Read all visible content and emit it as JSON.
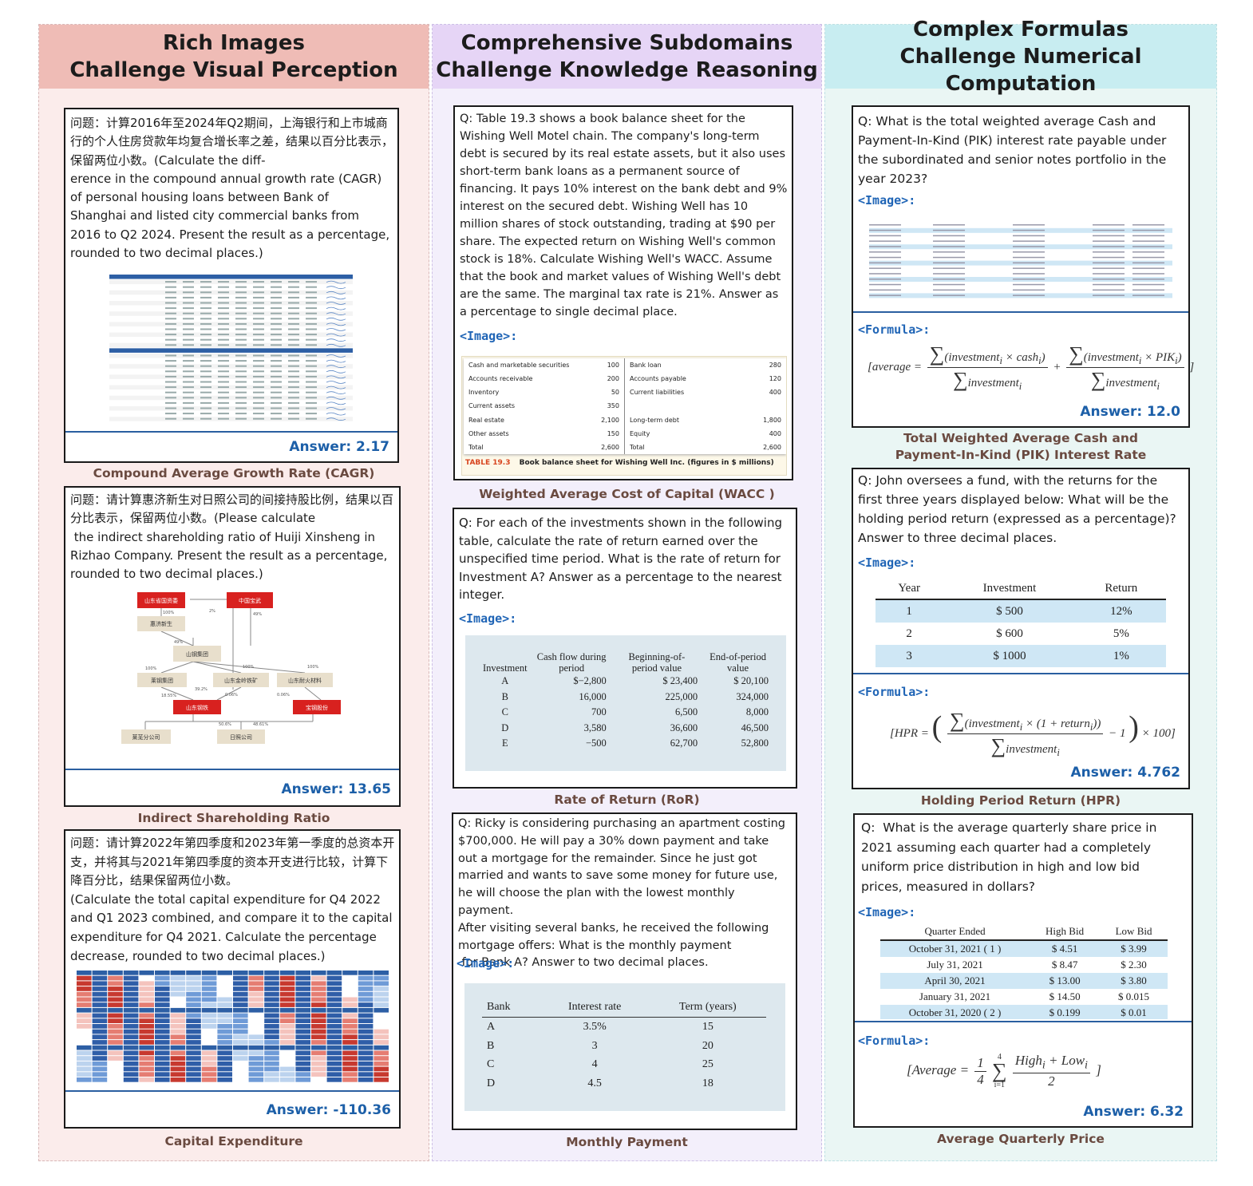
{
  "columns": [
    {
      "title1": "Rich Images",
      "title2": "Challenge Visual Perception"
    },
    {
      "title1": "Comprehensive Subdomains",
      "title2": "Challenge Knowledge Reasoning"
    },
    {
      "title1": "Complex Formulas",
      "title2": "Challenge Numerical Computation"
    }
  ],
  "image_tag": "<Image>:",
  "formula_tag": "<Formula>:",
  "c1": {
    "card1": {
      "q": "问题：计算2016年至2024年Q2期间，上海银行和上市城商行的个人住房贷款年均复合增长率之差，结果以百分比表示，保留两位小数。(Calculate the diff-\nerence in the compound annual growth rate (CAGR)\nof personal housing loans between Bank of\nShanghai and listed city commercial banks from\n2016 to Q2 2024. Present the result as a percentage,\nrounded to two decimal places.)",
      "answer": "Answer: 2.17",
      "caption": "Compound Average Growth Rate (CAGR)"
    },
    "card2": {
      "q": "问题：请计算惠济新生对日照公司的间接持股比例，结果以百分比表示，保留两位小数。(Please calculate\n the indirect shareholding ratio of Huiji Xinsheng in\nRizhao Company. Present the result as a percentage,\nrounded to two decimal places.)",
      "answer": "Answer: 13.65",
      "caption": "Indirect Shareholding Ratio",
      "nodes": {
        "a": "山东省国资委",
        "b": "中国宝武",
        "c": "惠济新生",
        "d": "山钢集团",
        "e": "莱钢集团",
        "f": "山东金岭铁矿",
        "g": "山东耐火材料",
        "h": "山东钢铁",
        "i": "宝钢股份",
        "j": "莱芜分公司",
        "k": "日照公司"
      },
      "pcts": {
        "p1": "100%",
        "p2": "2%",
        "p3": "49%",
        "p4": "49%",
        "p5": "100%",
        "p6": "100%",
        "p7": "100%",
        "p8": "39.2%",
        "p9": "18.55%",
        "p10": "0.06%",
        "p11": "0.06%",
        "p12": "50.6%",
        "p13": "48.61%"
      }
    },
    "card3": {
      "q": "问题：请计算2022年第四季度和2023年第一季度的总资本开支，并将其与2021年第四季度的资本开支进行比较，计算下降百分比，结果保留两位小数。\n(Calculate the total capital expenditure for Q4 2022\nand Q1 2023 combined, and compare it to the capital\nexpenditure for Q4 2021. Calculate the percentage\ndecrease, rounded to two decimal places.)",
      "answer": "Answer: -110.36",
      "caption": "Capital Expenditure"
    }
  },
  "c2": {
    "card1": {
      "q": "Q: Table 19.3 shows a book balance sheet for the\nWishing Well Motel chain. The company's long-term\ndebt is secured by its real estate assets, but it also uses\nshort-term bank loans as a permanent source of\nfinancing. It pays 10% interest on the bank debt and 9%\ninterest on the secured debt. Wishing Well has 10\nmillion shares of stock outstanding, trading at $90 per\nshare. The expected return on Wishing Well's common\nstock is 18%. Calculate Wishing Well's WACC. Assume\nthat the book and market values of Wishing Well's debt\nare the same. The marginal tax rate is 21%. Answer as\na percentage to single decimal place.",
      "caption": "Weighted Average Cost of Capital (WACC )",
      "left": [
        [
          "Cash and marketable securities",
          "100"
        ],
        [
          "Accounts receivable",
          "200"
        ],
        [
          "Inventory",
          "50"
        ],
        [
          "Current assets",
          "350"
        ],
        [
          "Real estate",
          "2,100"
        ],
        [
          "Other assets",
          "150"
        ],
        [
          "Total",
          "2,600"
        ]
      ],
      "right": [
        [
          "Bank loan",
          "280"
        ],
        [
          "Accounts payable",
          "120"
        ],
        [
          "Current liabilities",
          "400"
        ],
        [
          "",
          ""
        ],
        [
          "Long-term debt",
          "1,800"
        ],
        [
          "Equity",
          "400"
        ],
        [
          "Total",
          "2,600"
        ]
      ],
      "table_label": "TABLE 19.3",
      "table_title": "Book balance sheet for Wishing Well Inc. (figures in $ millions)"
    },
    "card2": {
      "q": "Q: For each of the investments shown in the following\ntable, calculate the rate of return earned over the\nunspecified time period. What is the rate of return for\nInvestment A? Answer as a percentage to the nearest\ninteger.",
      "caption": "Rate of Return (RoR)",
      "headers": [
        "Investment",
        "Cash flow during period",
        "Beginning-of-period value",
        "End-of-period value"
      ],
      "rows": [
        [
          "A",
          "$−2,800",
          "$ 23,400",
          "$ 20,100"
        ],
        [
          "B",
          "16,000",
          "225,000",
          "324,000"
        ],
        [
          "C",
          "700",
          "6,500",
          "8,000"
        ],
        [
          "D",
          "3,580",
          "36,600",
          "46,500"
        ],
        [
          "E",
          "−500",
          "62,700",
          "52,800"
        ]
      ]
    },
    "card3": {
      "q": "Q: Ricky is considering purchasing an apartment costing\n$700,000. He will pay a 30% down payment and take\nout a mortgage for the remainder. Since he just got\nmarried and wants to save some money for future use,\nhe will choose the plan with the lowest monthly payment.\nAfter visiting several banks, he received the following\nmortgage offers: What is the monthly payment\n for Bank A? Answer to two decimal places.",
      "caption": "Monthly Payment",
      "headers": [
        "Bank",
        "Interest rate",
        "Term (years)"
      ],
      "rows": [
        [
          "A",
          "3.5%",
          "15"
        ],
        [
          "B",
          "3",
          "20"
        ],
        [
          "C",
          "4",
          "25"
        ],
        [
          "D",
          "4.5",
          "18"
        ]
      ]
    }
  },
  "c3": {
    "card1": {
      "q": "Q: What is the total weighted average Cash and\nPayment-In-Kind (PIK) interest rate payable under\nthe subordinated and senior notes portfolio in the\nyear 2023?",
      "answer": "Answer: 12.0",
      "caption1": "Total Weighted Average Cash and",
      "caption2": "Payment-In-Kind (PIK) Interest Rate",
      "f_avg": "[average =",
      "f_n1": "(investment",
      "f_n1b": " × cash",
      "f_d": "investment",
      "f_n2b": " × PIK",
      "f_i": "i"
    },
    "card2": {
      "q": "Q: John oversees a fund, with the returns for the\nfirst three years displayed below: What will be the\nholding period return (expressed as a percentage)?\nAnswer to three decimal places.",
      "answer": "Answer: 4.762",
      "caption": "Holding Period Return (HPR)",
      "headers": [
        "Year",
        "Investment",
        "Return"
      ],
      "rows": [
        [
          "1",
          "$ 500",
          "12%"
        ],
        [
          "2",
          "$ 600",
          "5%"
        ],
        [
          "3",
          "$ 1000",
          "1%"
        ]
      ],
      "f_hpr": "[HPR =",
      "f_num": "(investment",
      "f_num2": " × (1 + return",
      "f_den": "investment",
      "f_tail": " − 1",
      "f_mult": "× 100]",
      "f_i": "i"
    },
    "card3": {
      "q": "Q:  What is the average quarterly share price in\n2021 assuming each quarter had a completely\nuniform price distribution in high and low bid\nprices, measured in dollars?",
      "answer": "Answer: 6.32",
      "caption": "Average Quarterly Price",
      "headers": [
        "Quarter Ended",
        "High Bid",
        "Low Bid"
      ],
      "rows": [
        [
          "October 31, 2021 ( 1 )",
          "$ 4.51",
          "$ 3.99"
        ],
        [
          "July 31, 2021",
          "$ 8.47",
          "$ 2.30"
        ],
        [
          "April 30, 2021",
          "$ 13.00",
          "$ 3.80"
        ],
        [
          "January 31, 2021",
          "$ 14.50",
          "$ 0.015"
        ],
        [
          "October 31, 2020 ( 2 )",
          "$ 0.199",
          "$ 0.01"
        ]
      ],
      "f_avg": "[Average =",
      "f_one": "1",
      "f_four": "4",
      "f_sum_top": "4",
      "f_sum_bot": "i=1",
      "f_num": "High",
      "f_plus": " + Low",
      "f_den": "2",
      "f_end": "]",
      "f_i": "i"
    }
  },
  "colors": {
    "accent_blue": "#2065b6",
    "caption": "#6a4a40",
    "node_red": "#d8211f",
    "node_beige": "#e8dfcc"
  }
}
